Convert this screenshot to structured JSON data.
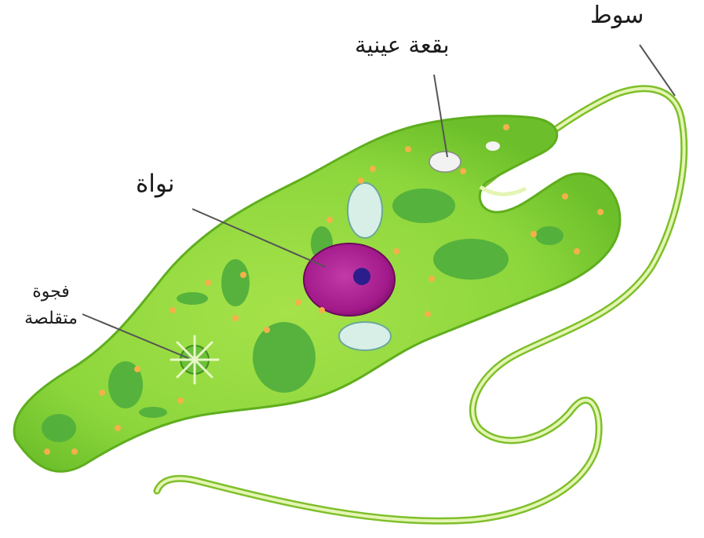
{
  "labels": {
    "flagellum": "سوط",
    "eyespot": "بقعة عينية",
    "nucleus": "نواة",
    "contractile_vacuole_line1": "فجوة",
    "contractile_vacuole_line2": "متقلصة"
  },
  "colors": {
    "cell_body": "#8cd63c",
    "cell_edge": "#5fae1e",
    "nucleus": "#a2198a",
    "nucleolus": "#2b1e8c",
    "chloroplast": "#49a63a",
    "flagellum": "#dff2a8",
    "granule": "#f5b04a"
  }
}
